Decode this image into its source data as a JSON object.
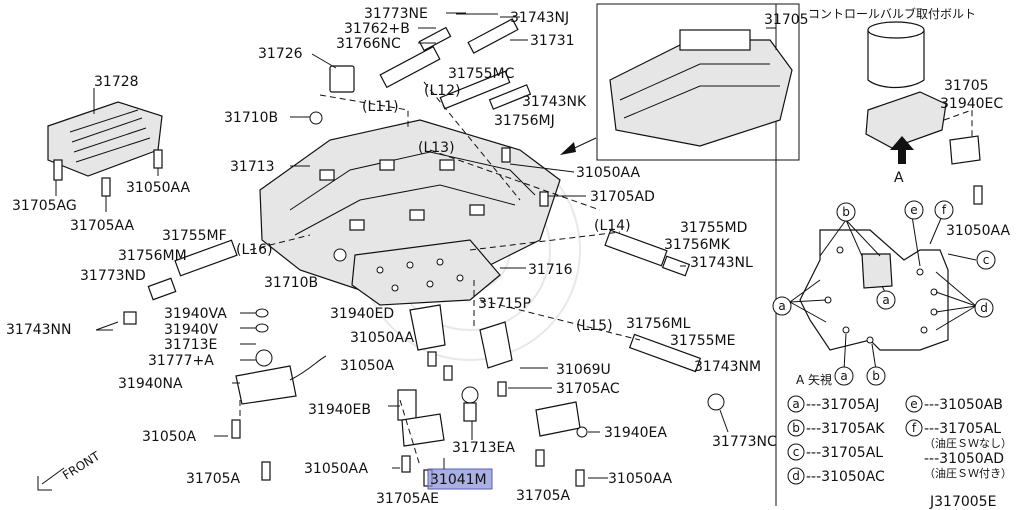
{
  "labels": {
    "p31773NE": "31773NE",
    "p31743NJ": "31743NJ",
    "p31762B": "31762+B",
    "p31766NC": "31766NC",
    "p31731": "31731",
    "p31726": "31726",
    "p31728": "31728",
    "p31755MC": "31755MC",
    "p31743NK": "31743NK",
    "p31756MJ": "31756MJ",
    "p31710B_top": "31710B",
    "p31713": "31713",
    "p31050AA_mid": "31050AA",
    "p31705AD": "31705AD",
    "p31705AG": "31705AG",
    "p31050AA_left": "31050AA",
    "p31705AA": "31705AA",
    "p31755MF": "31755MF",
    "p31756MM": "31756MM",
    "p31773ND": "31773ND",
    "p31710B_bot": "31710B",
    "p31716": "31716",
    "p31755MD": "31755MD",
    "p31756MK": "31756MK",
    "p31743NL": "31743NL",
    "p31743NN": "31743NN",
    "p31940VA": "31940VA",
    "p31940V": "31940V",
    "p31713E": "31713E",
    "p31777A": "31777+A",
    "p31940NA": "31940NA",
    "p31940ED": "31940ED",
    "p31715P": "31715P",
    "p31050AA_c": "31050AA",
    "p31050A_c": "31050A",
    "p31069U": "31069U",
    "p31705AC": "31705AC",
    "p31756ML": "31756ML",
    "p31755ME": "31755ME",
    "p31743NM": "31743NM",
    "p31940EB": "31940EB",
    "p31713EA": "31713EA",
    "p31940EA": "31940EA",
    "p31050A_l": "31050A",
    "p31050AA_b": "31050AA",
    "p31041M": "31041M",
    "p31050AA_br": "31050AA",
    "p31705A_l": "31705A",
    "p31705AE": "31705AE",
    "p31705A_b": "31705A",
    "p31773NC": "31773NC",
    "L11": "(L11)",
    "L12": "(L12)",
    "L13": "(L13)",
    "L14": "(L14)",
    "L15": "(L15)",
    "L16": "(L16)",
    "front": "FRONT",
    "inset_31705": "31705",
    "bolt_title": "コントロールバルブ取付ボルト",
    "r31705": "31705",
    "r31940EC": "31940EC",
    "rA": "A",
    "r31050AA": "31050AA",
    "view_a": "A 矢視",
    "code": "J317005E"
  },
  "legend": [
    {
      "key": "a",
      "value": "31705AJ"
    },
    {
      "key": "b",
      "value": "31705AK"
    },
    {
      "key": "c",
      "value": "31705AL"
    },
    {
      "key": "d",
      "value": "31050AC"
    },
    {
      "key": "e",
      "value": "31050AB"
    },
    {
      "key": "f",
      "value": "31705AL"
    }
  ],
  "legend_notes": {
    "f_note": "（油圧ＳＷなし）",
    "alt_value": "31050AD",
    "alt_note": "（油圧ＳＷ付き）"
  },
  "view_markers": [
    "b",
    "e",
    "f",
    "c",
    "a",
    "d",
    "a",
    "a",
    "b"
  ],
  "highlight_color": "#8f96d8"
}
